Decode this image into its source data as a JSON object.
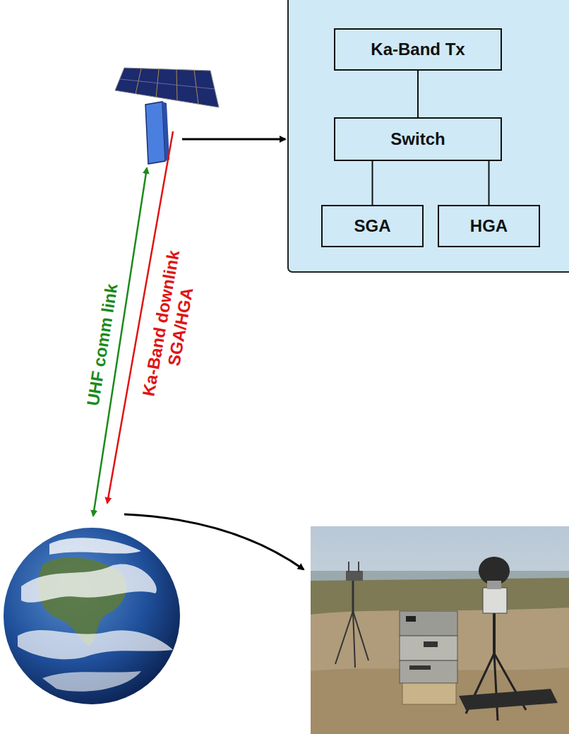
{
  "diagram": {
    "nodes": [
      {
        "text": [
          "Ka-Band Tx"
        ]
      },
      {
        "text": [
          "Switch"
        ]
      },
      {
        "text": [
          "SGA"
        ]
      },
      {
        "text": [
          "HGA"
        ]
      }
    ],
    "edges": [
      {
        "from": 0,
        "to": 1,
        "arrow": "none"
      },
      {
        "from": 1,
        "to": 2,
        "arrow": "none"
      },
      {
        "from": 1,
        "to": 3,
        "arrow": "none"
      }
    ],
    "labels": [
      "UHF comm link",
      "Ka-Band downlink SGA/HGA"
    ]
  }
}
